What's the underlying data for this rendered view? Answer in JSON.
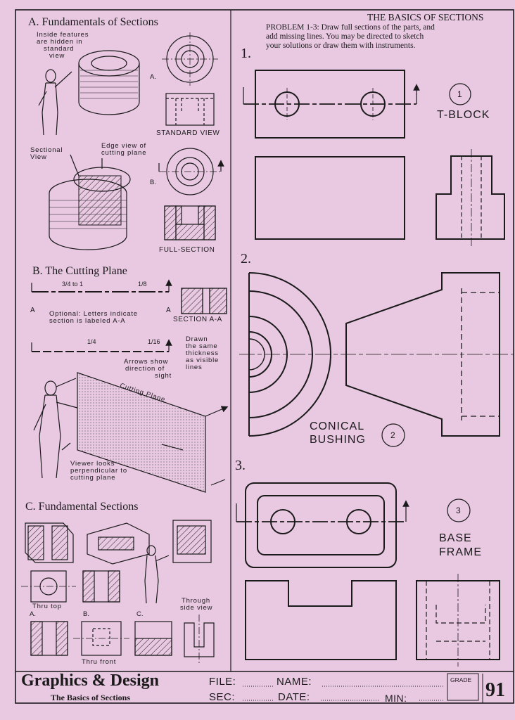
{
  "header": {
    "title_right": "THE BASICS OF SECTIONS",
    "problem": [
      "PROBLEM 1-3: Draw full sections of the parts, and",
      "add missing lines. You may be directed to sketch",
      "your solutions or draw them with instruments."
    ]
  },
  "sectionA": {
    "heading": "A. Fundamentals of Sections",
    "hidden_note": [
      "Inside features",
      "are hidden in",
      "standard",
      "view"
    ],
    "label_a": "A.",
    "standard_view": "STANDARD VIEW",
    "edge_view": [
      "Edge view of",
      "cutting plane"
    ],
    "sectional_view": [
      "Sectional",
      "View"
    ],
    "label_b": "B.",
    "full_section": "FULL-SECTION"
  },
  "sectionB": {
    "heading": "B. The Cutting Plane",
    "dim_top": "3/4 to 1",
    "dim_top_right": "1/8",
    "optional": [
      "Optional: Letters indicate",
      "section is labeled A-A"
    ],
    "letter_a": "A",
    "section_aa": "SECTION A-A",
    "dim_mid_left": "1/4",
    "dim_mid_right": "1/16",
    "drawn_note": [
      "Drawn",
      "the same",
      "thickness",
      "as visible",
      "lines"
    ],
    "arrows_note": [
      "Arrows show",
      "direction of",
      "sight"
    ],
    "cutting_plane": "Cutting Plane",
    "viewer_note": [
      "Viewer looks",
      "perpendicular to",
      "cutting plane"
    ]
  },
  "sectionC": {
    "heading": "C. Fundamental Sections",
    "thru_top": "Thru top",
    "label_a": "A.",
    "label_b": "B.",
    "label_c": "C.",
    "through_side": [
      "Through",
      "side view"
    ],
    "thru_front": "Thru front"
  },
  "problems": [
    {
      "number": "1.",
      "circle": "1",
      "name": [
        "T-BLOCK"
      ]
    },
    {
      "number": "2.",
      "circle": "2",
      "name": [
        "CONICAL",
        "BUSHING"
      ]
    },
    {
      "number": "3.",
      "circle": "3",
      "name": [
        "BASE",
        "FRAME"
      ]
    }
  ],
  "footer": {
    "brand": "Graphics & Design",
    "subtitle": "The Basics of Sections",
    "file_label": "FILE:",
    "name_label": "NAME:",
    "sec_label": "SEC:",
    "date_label": "DATE:",
    "min_label": "MIN:",
    "grade_label": "GRADE",
    "page_number": "91"
  },
  "colors": {
    "paper": "#e9c8e2",
    "ink": "#1a1a1a"
  }
}
